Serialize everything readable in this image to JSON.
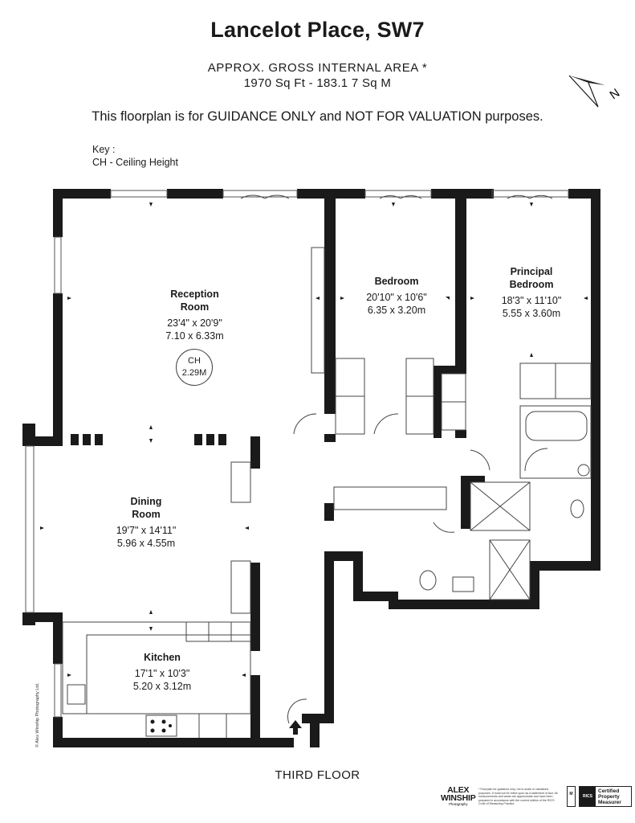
{
  "header": {
    "title": "Lancelot Place, SW7",
    "area_label": "APPROX. GROSS INTERNAL  AREA *",
    "area_value": "1970 Sq Ft  -  183.1 7 Sq M",
    "disclaimer": "This floorplan is for GUIDANCE ONLY and NOT FOR VALUATION purposes."
  },
  "key": {
    "title": "Key :",
    "items": [
      "CH - Ceiling Height"
    ]
  },
  "compass": {
    "label": "N",
    "icon": "north-arrow-icon"
  },
  "rooms": {
    "reception": {
      "name_line1": "Reception",
      "name_line2": "Room",
      "imperial": "23'4\" x 20'9\"",
      "metric": "7.10 x 6.33m"
    },
    "bedroom": {
      "name": "Bedroom",
      "imperial": "20'10\" x 10'6\"",
      "metric": "6.35 x 3.20m"
    },
    "principal": {
      "name_line1": "Principal",
      "name_line2": "Bedroom",
      "imperial": "18'3\" x 11'10\"",
      "metric": "5.55 x 3.60m"
    },
    "dining": {
      "name_line1": "Dining",
      "name_line2": "Room",
      "imperial": "19'7\" x 14'11\"",
      "metric": "5.96 x 4.55m"
    },
    "kitchen": {
      "name": "Kitchen",
      "imperial": "17'1\" x 10'3\"",
      "metric": "5.20 x 3.12m"
    }
  },
  "ceiling_height": {
    "label": "CH",
    "value": "2.29M"
  },
  "floor_label": "THIRD FLOOR",
  "footer": {
    "copyright": "© Alex Winship Photography Ltd.",
    "logo_line1": "ALEX",
    "logo_line2": "WINSHIP",
    "logo_sub": "Photography",
    "fine_print": "* Floorplan for guidance only, not to scale or valuations purposes. It must not be relied upon as a statement of fact. All measurements and areas are approximate and have been prepared in accordance with the current edition of the RICS Code of Measuring Practice.",
    "badge_text": "M",
    "rics_label": "RICS",
    "cert_line1": "Certified",
    "cert_line2": "Property",
    "cert_line3": "Measurer"
  }
}
